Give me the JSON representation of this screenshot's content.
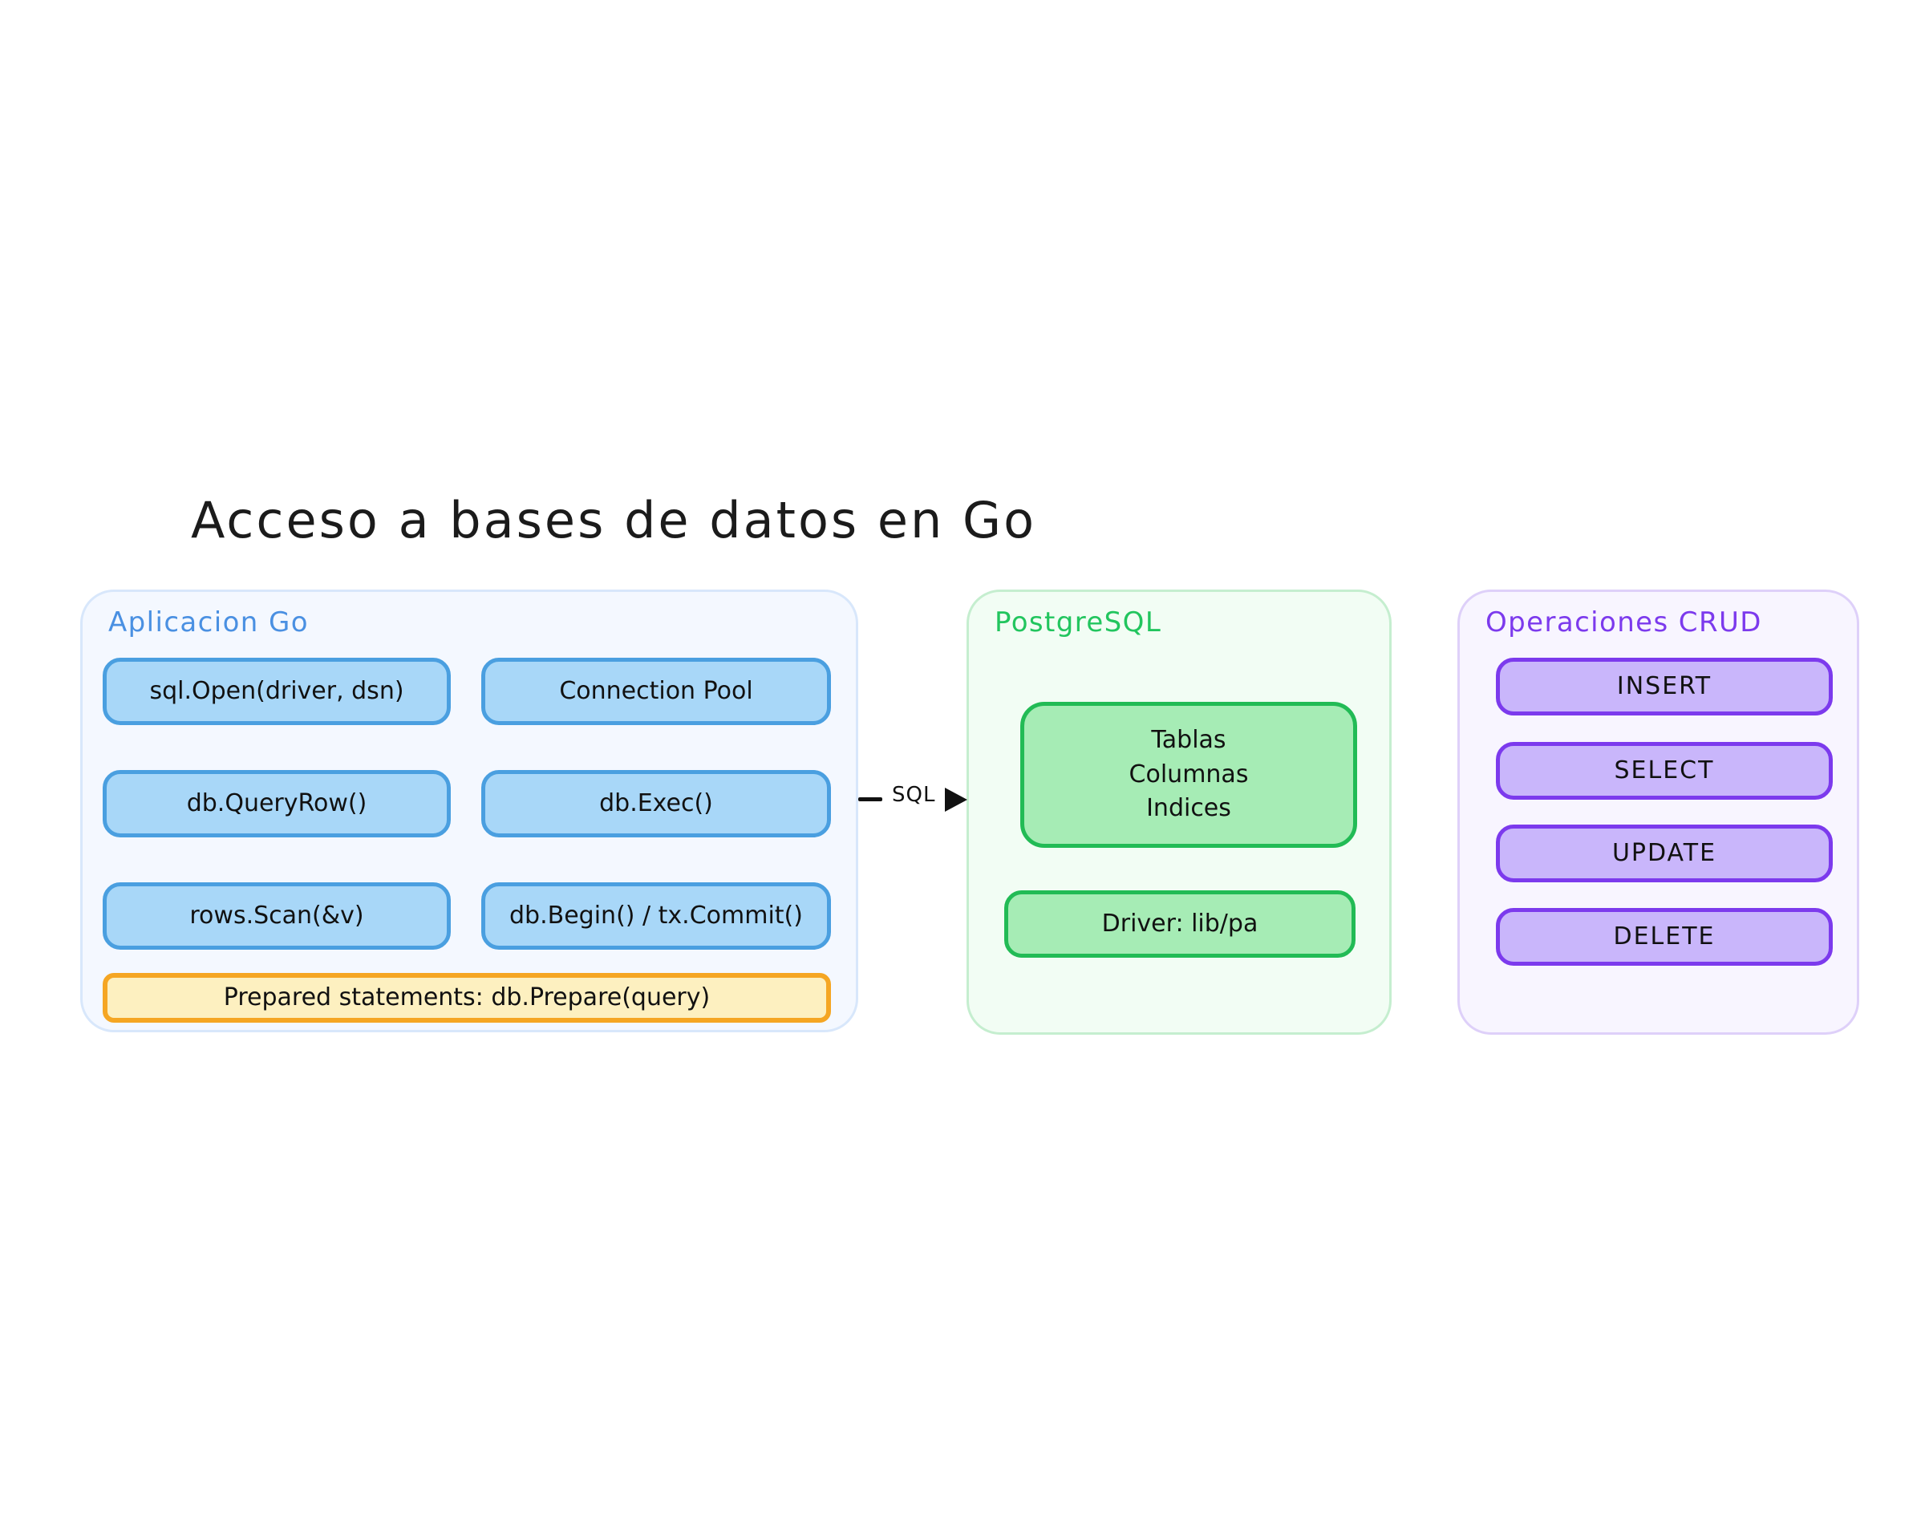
{
  "title": "Acceso a bases de datos en Go",
  "panels": {
    "app": {
      "title": "Aplicacion Go",
      "accent": "#4a90e2",
      "background": "#f4f8ff",
      "nodes": [
        {
          "label": "sql.Open(driver, dsn)",
          "color": "#a8d7f8"
        },
        {
          "label": "Connection Pool",
          "color": "#a8d7f8"
        },
        {
          "label": "db.QueryRow()",
          "color": "#a8d7f8"
        },
        {
          "label": "db.Exec()",
          "color": "#a8d7f8"
        },
        {
          "label": "rows.Scan(&v)",
          "color": "#a8d7f8"
        },
        {
          "label": "db.Begin() / tx.Commit()",
          "color": "#a8d7f8"
        }
      ],
      "highlight": {
        "label": "Prepared statements: db.Prepare(query)",
        "color": "#fdf0c0",
        "border": "#f5a623"
      }
    },
    "db": {
      "title": "PostgreSQL",
      "accent": "#22c55e",
      "background": "#f2fdf4",
      "schema": {
        "lines": [
          "Tablas",
          "Columnas",
          "Indices"
        ],
        "color": "#a6ecb5"
      },
      "driver": {
        "label": "Driver: lib/pa",
        "color": "#a6ecb5"
      }
    },
    "crud": {
      "title": "Operaciones CRUD",
      "accent": "#7c3aed",
      "background": "#f8f5ff",
      "operations": [
        {
          "label": "INSERT",
          "color": "#c9b6fb"
        },
        {
          "label": "SELECT",
          "color": "#c9b6fb"
        },
        {
          "label": "UPDATE",
          "color": "#c9b6fb"
        },
        {
          "label": "DELETE",
          "color": "#c9b6fb"
        }
      ]
    }
  },
  "connector": {
    "label": "SQL",
    "from": "Aplicacion Go",
    "to": "PostgreSQL",
    "arrow_icon": "arrow-right-icon"
  }
}
